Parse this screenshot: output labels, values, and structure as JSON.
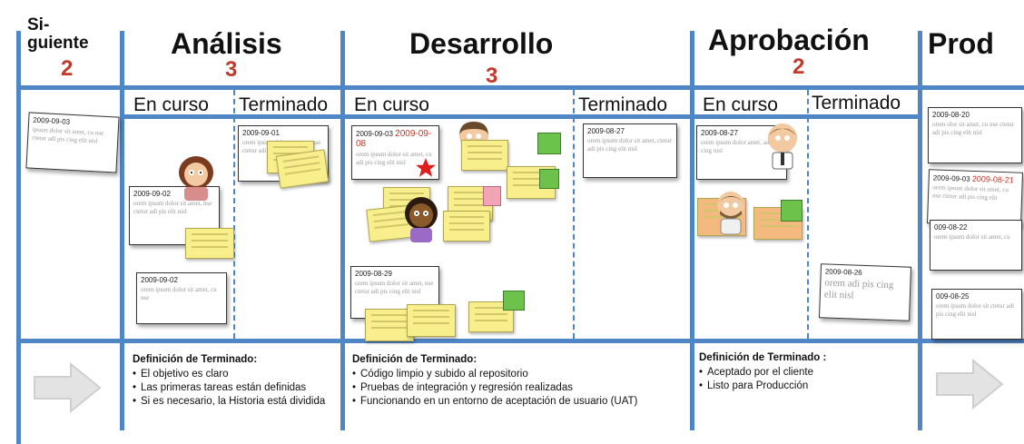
{
  "columns": {
    "siguiente": {
      "title": "Si-\nguiente",
      "wip": "2"
    },
    "analisis": {
      "title": "Análisis",
      "wip": "3",
      "sub_in_progress": "En curso",
      "sub_done": "Terminado"
    },
    "desarrollo": {
      "title": "Desarrollo",
      "wip": "3",
      "sub_in_progress": "En curso",
      "sub_done": "Terminado"
    },
    "aprobacion": {
      "title": "Aprobación",
      "wip": "2",
      "sub_in_progress": "En curso",
      "sub_done": "Terminado"
    },
    "prod": {
      "title": "Prod"
    }
  },
  "cards": {
    "siguiente_1": {
      "date": "2009-09-03",
      "text": "ipsum dolor sit amet, cu nse ctetur adi pis cing elit nisl"
    },
    "analisis_1": {
      "date": "2009-09-02",
      "text": "orem ipsum dolor sit amet, nse ctetur adi pis elit nisl"
    },
    "analisis_2": {
      "date": "2009-09-02",
      "text": "orem ipsum dolor sit amet, cu nse"
    },
    "analisis_3": {
      "date": "2009-09-01",
      "text": "orem ipsum dolor amet, cu nse ctetur adi pis"
    },
    "desarrollo_1": {
      "date": "2009-09-03",
      "date2": "2009-09-08",
      "text": "orem ipsum dolor sit amet, cu adi pis cing elit nisl"
    },
    "desarrollo_2": {
      "date": "2009-08-29",
      "text": "orem ipsum dolor sit amet, nse ctetur adi pis cing elit nisl"
    },
    "desarrollo_3": {
      "date": "2009-08-27",
      "text": "orem ipsum dolor sit amet, ctetur adi pis cing elit nisl"
    },
    "aprobacion_1": {
      "date": "2009-08-27",
      "text": "orem ipsum dolor amet, adi pis cing nisl"
    },
    "aprobacion_2": {
      "date": "2009-08-26",
      "text": "orem adi pis cing elit nisl"
    },
    "prod_1": {
      "date": "2009-08-20",
      "text": "orem olor sit amet, cu nse ctetur adi pis cing elit nisl"
    },
    "prod_2": {
      "date": "2009-09-03",
      "date2": "2009-08-21",
      "text": "orem ipsum dolor sit amet, cu nse ctetur adi pis cing elit"
    },
    "prod_3": {
      "date": "009-08-22",
      "text": "orem ipsum dolor sit amet, cu"
    },
    "prod_4": {
      "date": "009-08-25",
      "text": "orem ipsum dolor sit ctetur adi pis cing elit nisl"
    }
  },
  "definitions": {
    "analisis": {
      "title": "Definición de Terminado:",
      "items": [
        "El objetivo es claro",
        "Las primeras tareas están definidas",
        "Si es necesario, la Historia está dividida"
      ]
    },
    "desarrollo": {
      "title": "Definición de Terminado:",
      "items": [
        "Código limpio y subido al repositorio",
        "Pruebas de integración y regresión realizadas",
        "Funcionando en un entorno de aceptación de usuario (UAT)"
      ]
    },
    "aprobacion": {
      "title": "Definición de Terminado :",
      "items": [
        "Aceptado por el cliente",
        "Listo para Producción"
      ]
    }
  },
  "colors": {
    "lines": "#4f86c6",
    "wip": "#c0392b",
    "sticky": "#f8ef8c",
    "green_task": "#6cc24a"
  }
}
